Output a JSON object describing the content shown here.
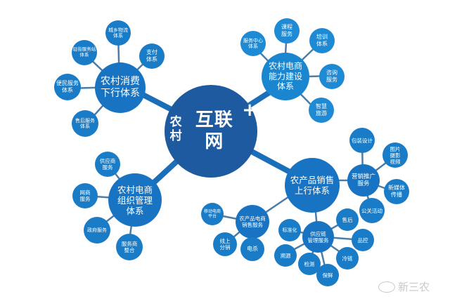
{
  "diagram": {
    "type": "mind-map",
    "center": {
      "prefix": "农村",
      "main": "互联网",
      "suffix": "+"
    },
    "branches": [
      {
        "id": "consumption",
        "label": "农村消费\n下行体系",
        "children": [
          "城乡物流\n体系",
          "支付\n体系",
          "驻街服务站\n体系",
          "便民服务\n体系",
          "售后服务\n体系"
        ]
      },
      {
        "id": "capacity",
        "label": "农村电商\n能力建设\n体系",
        "children": [
          "服务中心\n体系",
          "课程\n服务",
          "培训\n体系",
          "咨询\n服务",
          "智慧\n旅游"
        ]
      },
      {
        "id": "organization",
        "label": "农村电商\n组织管理\n体系",
        "children": [
          "供应商\n服务",
          "网商\n服务",
          "政府服务",
          "服务商\n整合"
        ]
      },
      {
        "id": "sales",
        "label": "农产品销售\n上行体系",
        "children": [
          {
            "label": "营销推广\n服务",
            "children": [
              "包装设计",
              "图片\n摄影\n视频",
              "新媒体\n传播",
              "公关活动"
            ]
          },
          {
            "label": "农产品电商\n销售服务",
            "children": [
              "移动电商\n平台",
              "线上\n分销",
              "电杀"
            ]
          },
          {
            "label": "供应链\n管理服务",
            "children": [
              "标准化",
              "溯源",
              "检测",
              "保鲜",
              "冷链",
              "品控",
              "售后"
            ]
          }
        ]
      }
    ]
  },
  "colors": {
    "center": "#1d5aa0",
    "hub": "#1874c2",
    "leaf": "#1a7cc6",
    "line": "#1a6fb8",
    "background": "#ffffff"
  },
  "watermark": {
    "text": "新三农"
  }
}
